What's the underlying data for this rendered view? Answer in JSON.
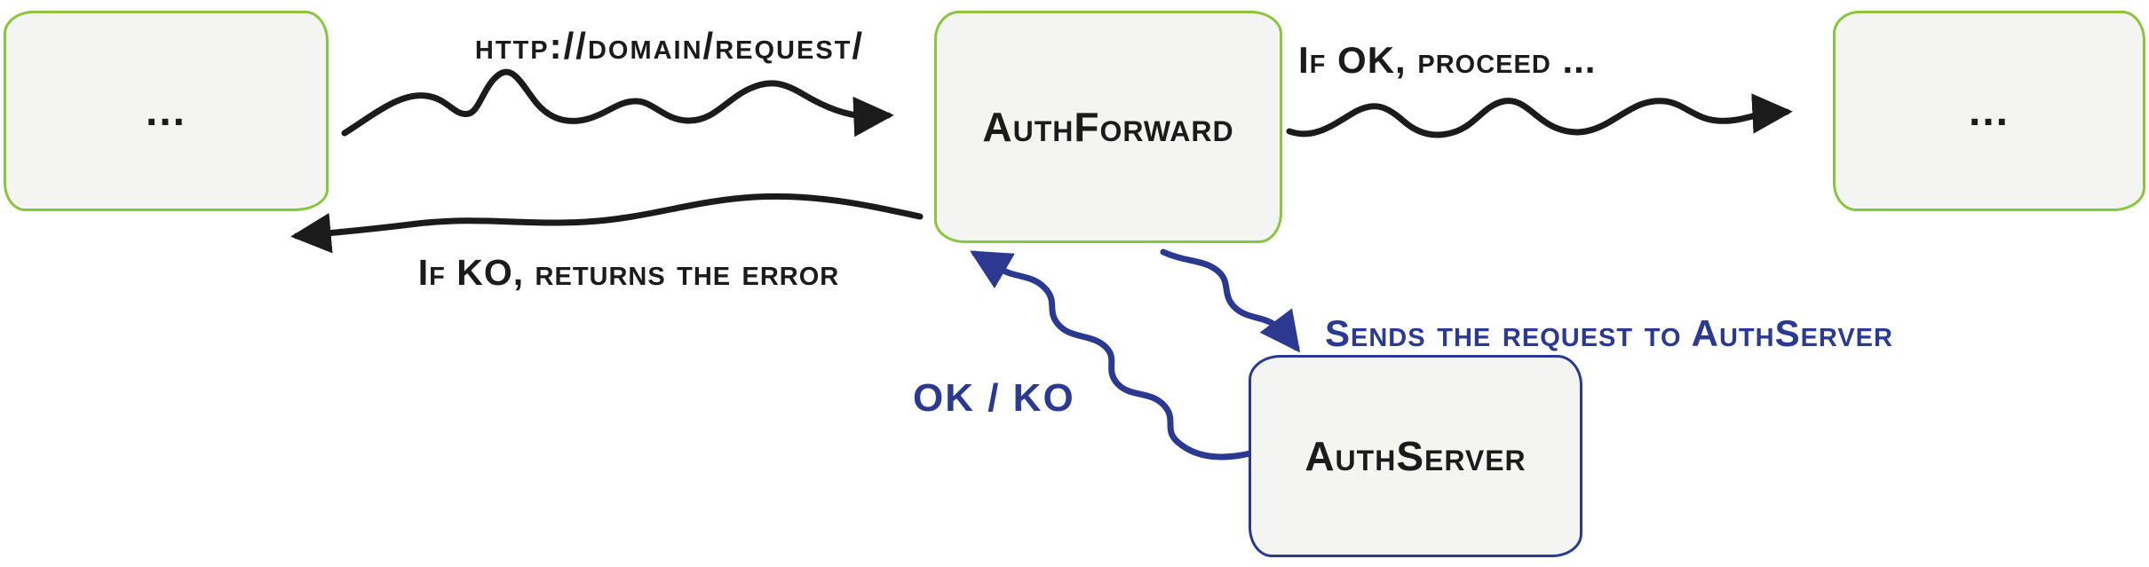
{
  "nodes": {
    "client": {
      "label": "..."
    },
    "auth_forward": {
      "label": "AuthForward"
    },
    "upstream": {
      "label": "..."
    },
    "auth_server": {
      "label": "AuthServer"
    }
  },
  "edges": {
    "request_label": "http://domain/request/",
    "ok_proceed_label": "If OK, proceed ...",
    "ko_returns_label": "If KO, returns the error",
    "sends_request_label": "Sends the request to AuthServer",
    "ok_ko_label": "OK / KO"
  },
  "colors": {
    "green_border": "#8bc53f",
    "blue": "#2b3990",
    "black": "#1b1b1b",
    "box_fill": "#f4f4f3"
  }
}
